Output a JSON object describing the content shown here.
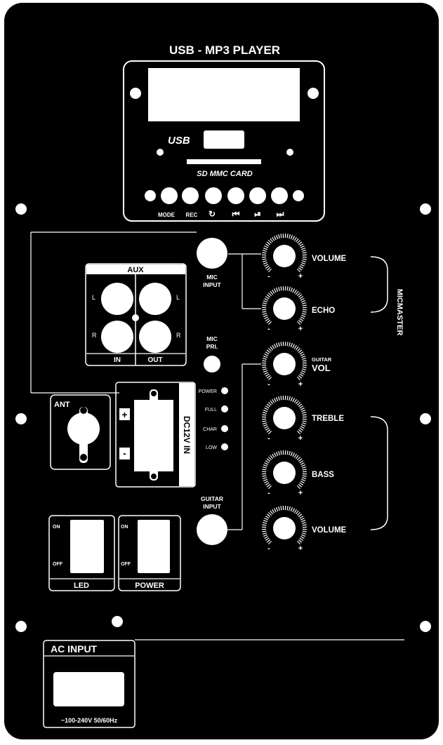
{
  "mp3": {
    "title": "USB - MP3 PLAYER",
    "usb_label": "USB",
    "card_label": "SD MMC CARD",
    "buttons": [
      {
        "label": "MODE"
      },
      {
        "label": "REC"
      },
      {
        "label": "↻"
      },
      {
        "label": "⏮"
      },
      {
        "label": "⏯"
      },
      {
        "label": "⏭"
      }
    ]
  },
  "aux": {
    "title": "AUX",
    "left": "L",
    "right": "R",
    "in_label": "IN",
    "out_label": "OUT"
  },
  "mic_input": {
    "line1": "MIC",
    "line2": "INPUT"
  },
  "mic_pri": {
    "line1": "MIC",
    "line2": "PRI."
  },
  "guitar_input": {
    "line1": "GUITAR",
    "line2": "INPUT"
  },
  "knobs": {
    "mic_volume": "VOLUME",
    "echo": "ECHO",
    "guitar_small": "GUITAR",
    "guitar_vol": "VOL",
    "treble": "TREBLE",
    "bass": "BASS",
    "master_volume": "VOLUME",
    "minus": "-",
    "plus": "+"
  },
  "micmaster": "MICMASTER",
  "antenna": {
    "label": "ANT"
  },
  "dc": {
    "label": "DC12V IN",
    "plus": "+",
    "minus": "-"
  },
  "leds": [
    {
      "label": "POWER"
    },
    {
      "label": "FULL"
    },
    {
      "label": "CHAR"
    },
    {
      "label": "LOW"
    }
  ],
  "switches": {
    "on": "ON",
    "off": "OFF",
    "led_label": "LED",
    "power_label": "POWER"
  },
  "ac": {
    "title": "AC INPUT",
    "rating": "~100-240V 50/60Hz"
  }
}
